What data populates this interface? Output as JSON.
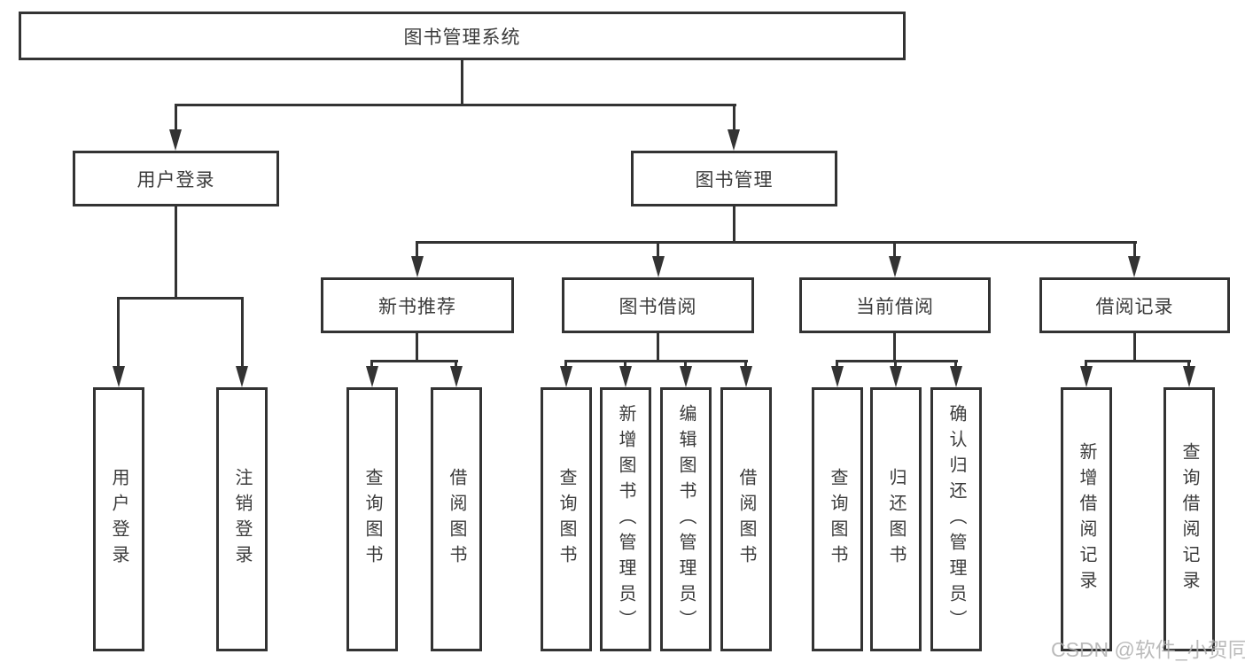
{
  "diagram": {
    "root": {
      "label": "图书管理系统"
    },
    "level2": [
      {
        "id": "user-login",
        "label": "用户登录",
        "leaves": [
          {
            "label": "用户登录"
          },
          {
            "label": "注销登录"
          }
        ]
      },
      {
        "id": "book-management",
        "label": "图书管理",
        "modules": [
          {
            "id": "new-book-recommendation",
            "label": "新书推荐",
            "leaves": [
              {
                "label": "查询图书"
              },
              {
                "label": "借阅图书"
              }
            ]
          },
          {
            "id": "book-borrowing",
            "label": "图书借阅",
            "leaves": [
              {
                "label": "查询图书"
              },
              {
                "label": "新增图书（管理员）"
              },
              {
                "label": "编辑图书（管理员）"
              },
              {
                "label": "借阅图书"
              }
            ]
          },
          {
            "id": "current-borrowing",
            "label": "当前借阅",
            "leaves": [
              {
                "label": "查询图书"
              },
              {
                "label": "归还图书"
              },
              {
                "label": "确认归还（管理员）"
              }
            ]
          },
          {
            "id": "borrowing-records",
            "label": "借阅记录",
            "leaves": [
              {
                "label": "新增借阅记录"
              },
              {
                "label": "查询借阅记录"
              }
            ]
          }
        ]
      }
    ]
  },
  "watermark": {
    "text": "CSDN @软件_小贺同学"
  },
  "colors": {
    "line": "#333333",
    "text": "#3b3b3b",
    "background": "#ffffff",
    "watermark": "#b0b0b0"
  }
}
